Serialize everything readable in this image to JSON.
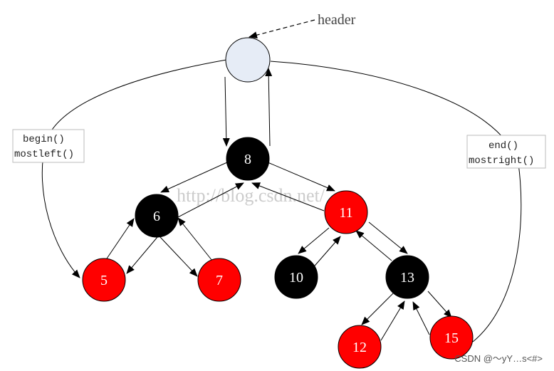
{
  "header": {
    "label": "header"
  },
  "nodes": {
    "header": {
      "label": "",
      "color": "#e6ecf6"
    },
    "n8": {
      "label": "8",
      "color": "#000000"
    },
    "n6": {
      "label": "6",
      "color": "#000000"
    },
    "n11": {
      "label": "11",
      "color": "#ff0000"
    },
    "n5": {
      "label": "5",
      "color": "#ff0000"
    },
    "n7": {
      "label": "7",
      "color": "#ff0000"
    },
    "n10": {
      "label": "10",
      "color": "#000000"
    },
    "n13": {
      "label": "13",
      "color": "#000000"
    },
    "n12": {
      "label": "12",
      "color": "#ff0000"
    },
    "n15": {
      "label": "15",
      "color": "#ff0000"
    }
  },
  "boxes": {
    "left": {
      "line1": "begin()",
      "line2": "mostleft()"
    },
    "right": {
      "line1": "end()",
      "line2": "mostright()"
    }
  },
  "watermark": "http://blog.csdn.net/",
  "credit": "CSDN @～yY…s<#>"
}
